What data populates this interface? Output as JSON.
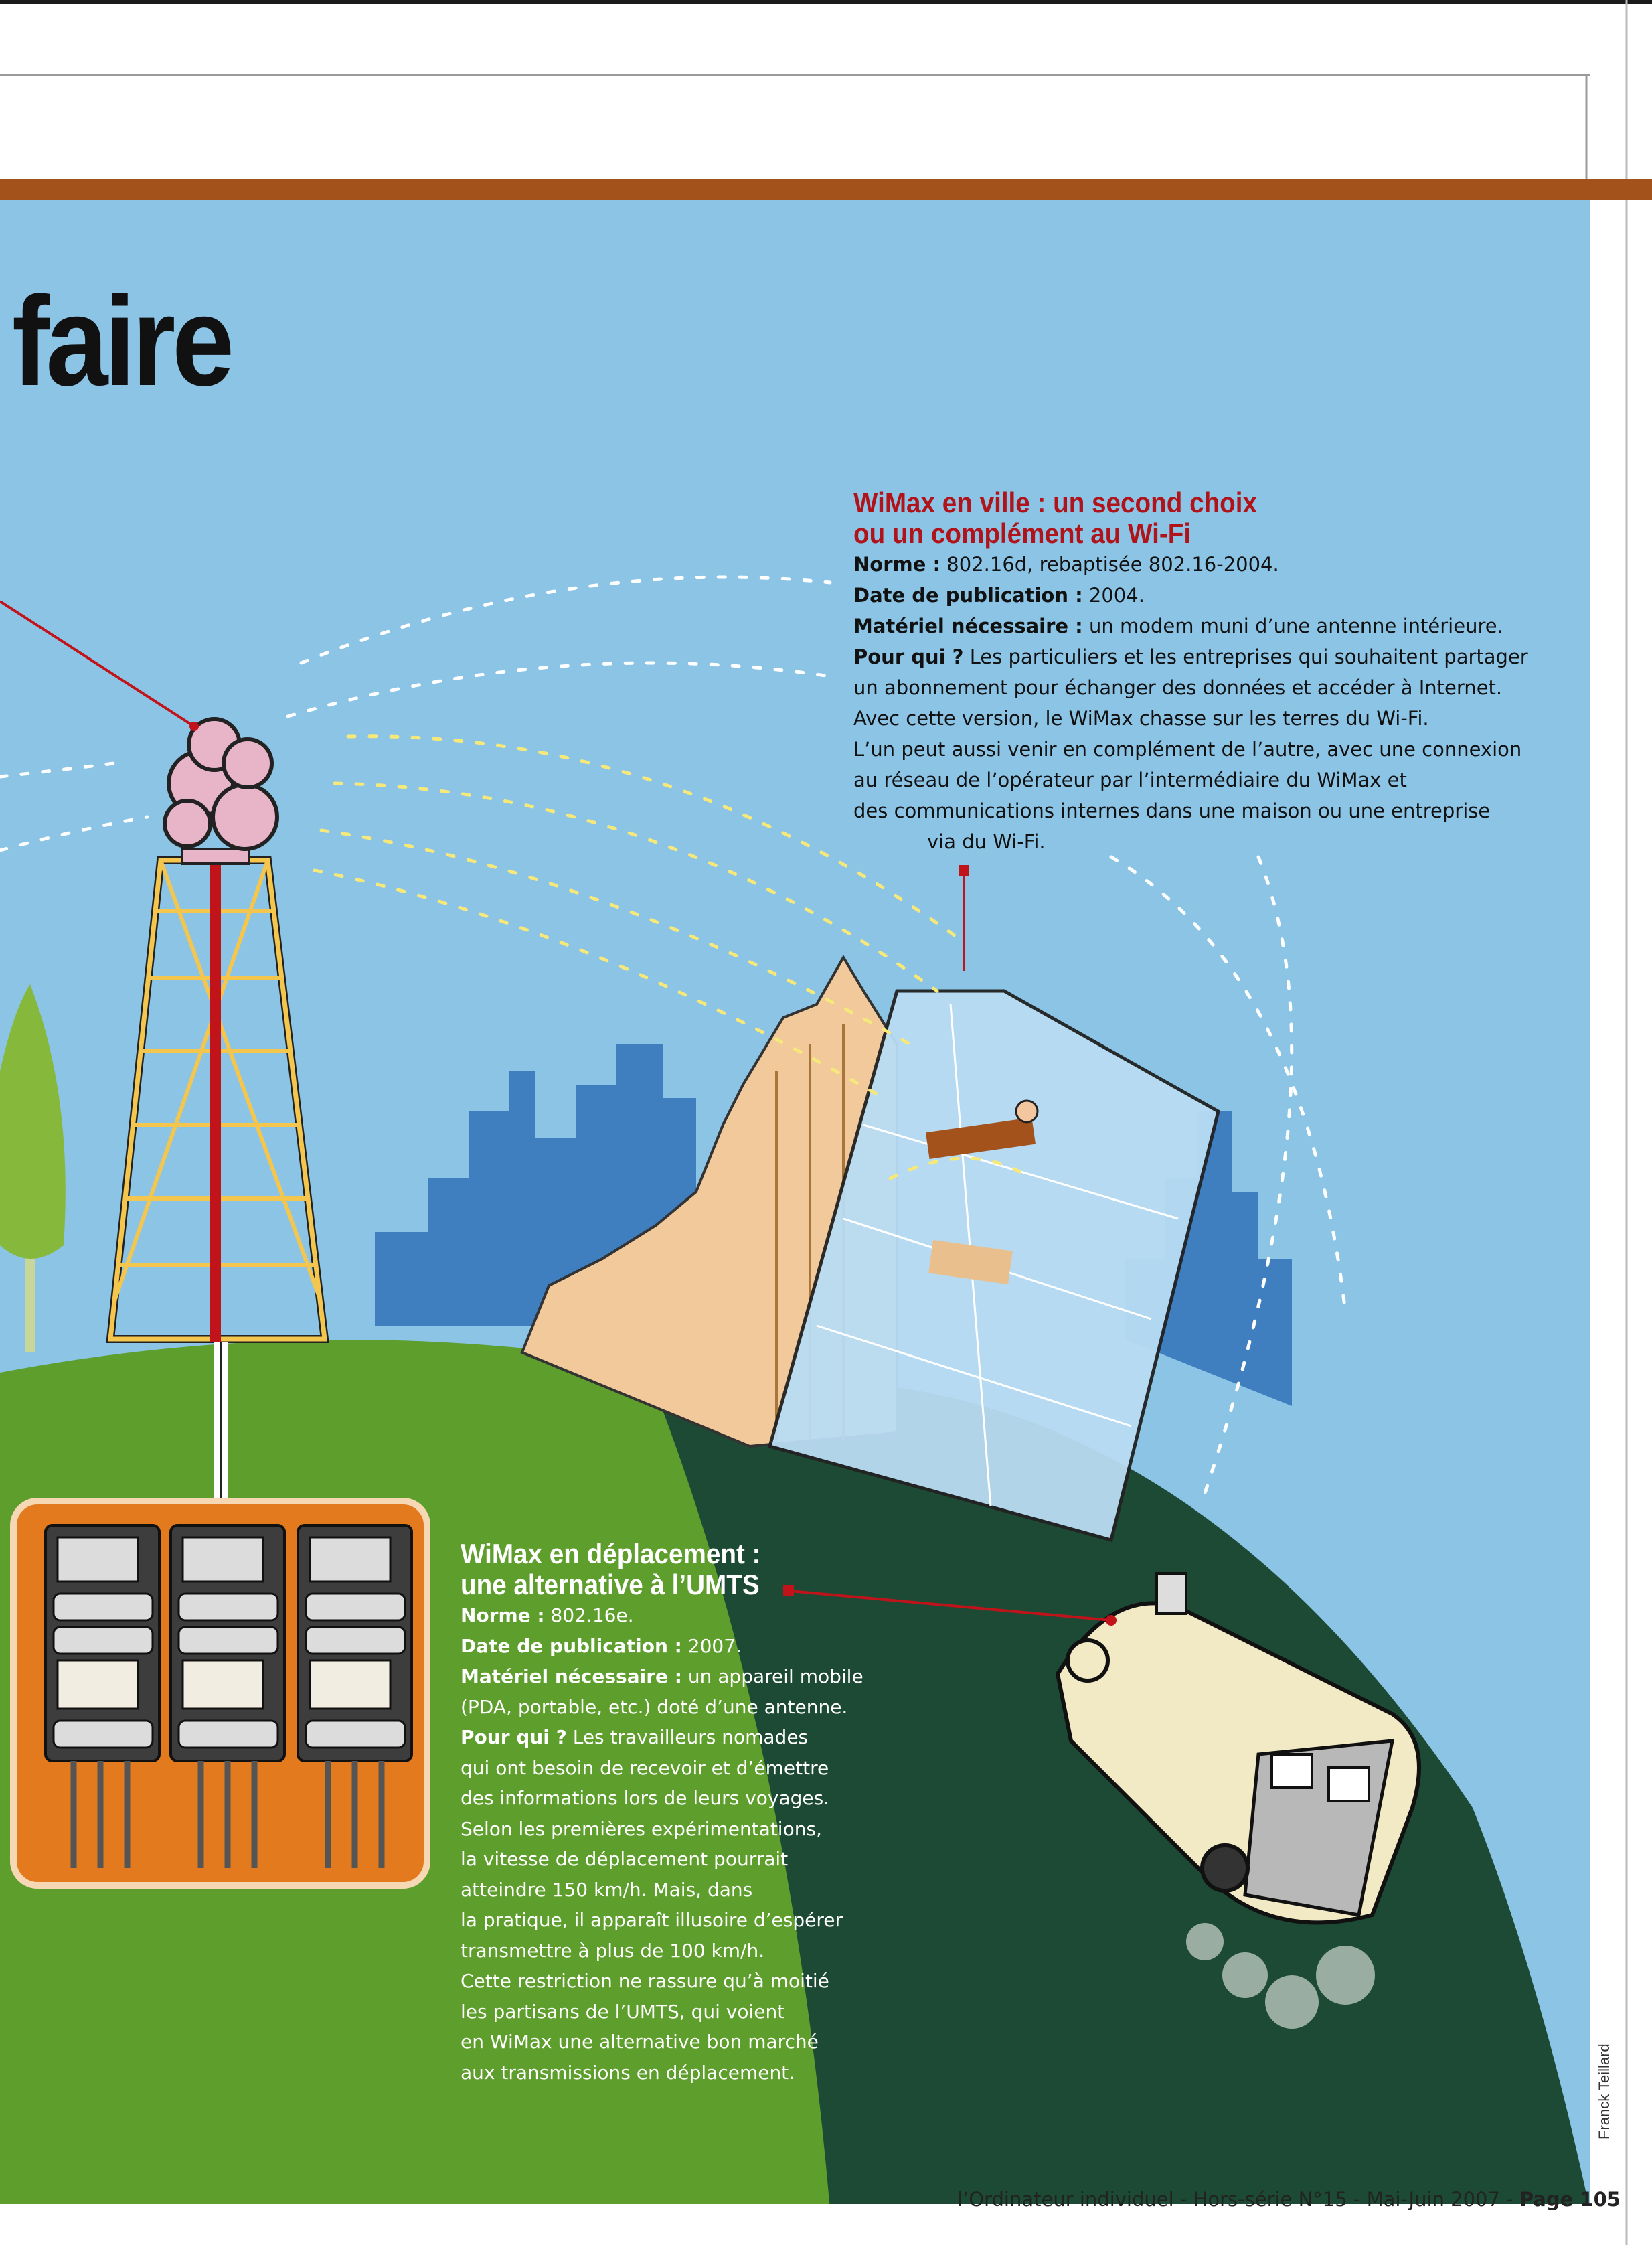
{
  "headline": "faire",
  "wimax_ville": {
    "title_line1": "WiMax en ville : un second choix",
    "title_line2": "ou un complément au Wi-Fi",
    "norme_label": "Norme :",
    "norme_value": "802.16d, rebaptisée 802.16-2004.",
    "date_label": "Date de publication :",
    "date_value": "2004.",
    "materiel_label": "Matériel nécessaire :",
    "materiel_value": "un modem muni d’une antenne intérieure.",
    "pourqui_label": "Pour qui ?",
    "pourqui_line1": "Les particuliers et les entreprises qui souhaitent partager",
    "lines": [
      "un abonnement pour échanger des données et accéder à Internet.",
      "Avec cette version, le WiMax chasse sur les terres du Wi-Fi.",
      "L’un peut aussi venir en complément de l’autre, avec une connexion",
      "au réseau de l’opérateur par l’intermédiaire du WiMax et",
      "des communications internes dans une maison ou une entreprise",
      "via du Wi-Fi."
    ]
  },
  "wimax_deplacement": {
    "title_line1": "WiMax en déplacement :",
    "title_line2": "une alternative à l’UMTS",
    "norme_label": "Norme :",
    "norme_value": "802.16e.",
    "date_label": "Date de publication :",
    "date_value": "2007.",
    "materiel_label": "Matériel nécessaire :",
    "materiel_value": "un appareil mobile",
    "materiel_line2": "(PDA, portable, etc.) doté d’une antenne.",
    "pourqui_label": "Pour qui ?",
    "pourqui_line1": "Les travailleurs nomades",
    "lines": [
      "qui ont besoin de recevoir et d’émettre",
      "des informations lors de leurs voyages.",
      "Selon les premières expérimentations,",
      "la vitesse de déplacement pourrait",
      "atteindre 150 km/h. Mais, dans",
      "la pratique, il apparaît illusoire d’espérer",
      "transmettre à plus de 100 km/h.",
      "Cette restriction ne rassure qu’à moitié",
      "les partisans de l’UMTS, qui voient",
      "en WiMax une alternative bon marché",
      "aux transmissions en déplacement."
    ]
  },
  "footer": {
    "text": "l’Ordinateur individuel - Hors-série N°15 - Mai-Juin 2007 - ",
    "page": "Page 105"
  },
  "credit": "Franck Teillard",
  "colors": {
    "sky": "#8cc4e6",
    "banner": "#a4521c",
    "hill_light": "#5e9e2c",
    "hill_dark": "#1d4a34",
    "skyline": "#3f7fc0",
    "rack_frame": "#e37a1e",
    "accent_red": "#b0141a"
  }
}
